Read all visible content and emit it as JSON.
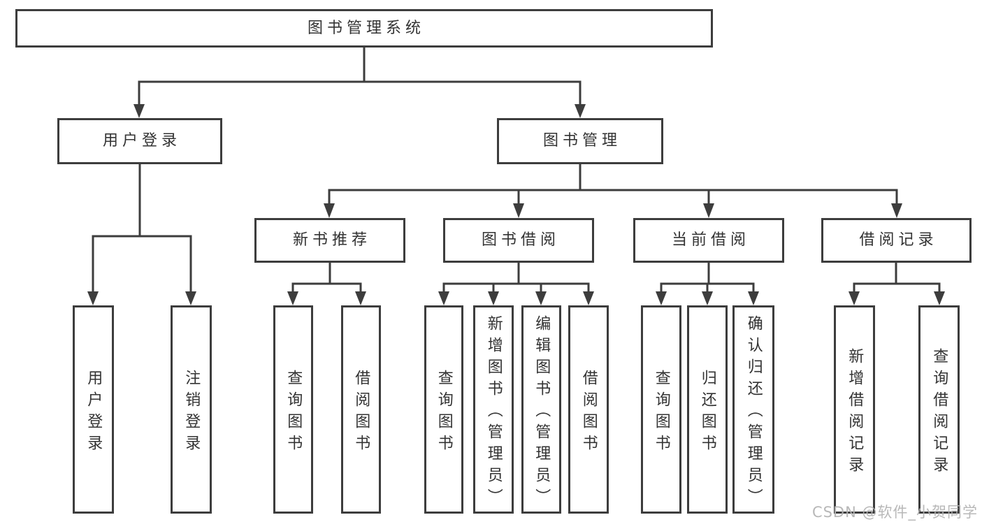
{
  "diagram": {
    "root": "图书管理系统",
    "branches": [
      {
        "label": "用户登录",
        "children": [
          "用户登录",
          "注销登录"
        ]
      },
      {
        "label": "图书管理",
        "groups": [
          {
            "label": "新书推荐",
            "children": [
              "查询图书",
              "借阅图书"
            ]
          },
          {
            "label": "图书借阅",
            "children": [
              "查询图书",
              "新增图书（管理员）",
              "编辑图书（管理员）",
              "借阅图书"
            ]
          },
          {
            "label": "当前借阅",
            "children": [
              "查询图书",
              "归还图书",
              "确认归还（管理员）"
            ]
          },
          {
            "label": "借阅记录",
            "children": [
              "新增借阅记录",
              "查询借阅记录"
            ]
          }
        ]
      }
    ]
  },
  "watermark": "CSDN @软件_小贺同学",
  "colors": {
    "line": "#3d3d3d",
    "text": "#333333",
    "background": "#ffffff",
    "watermark": "#b3b3b3"
  }
}
